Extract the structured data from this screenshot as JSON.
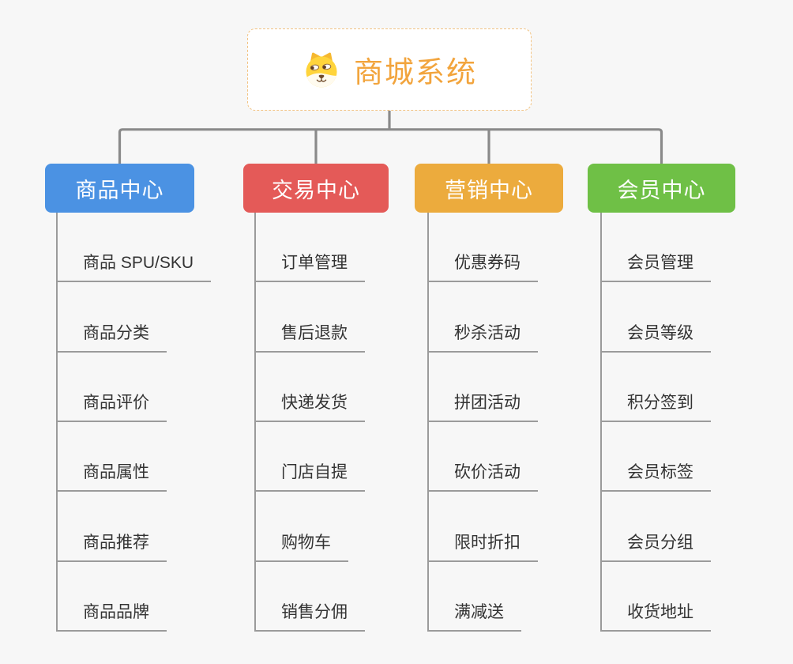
{
  "canvas": {
    "background": "#f7f7f7"
  },
  "root": {
    "title": "商城系统",
    "icon": "dog-face-icon",
    "title_color": "#f2a43c",
    "border_color": "#f2c383"
  },
  "connectors": {
    "color": "#8a8a8a"
  },
  "guides": {
    "color": "#9b9b9b"
  },
  "branches": [
    {
      "label": "商品中心",
      "color": "#4b92e3",
      "items": [
        "商品 SPU/SKU",
        "商品分类",
        "商品评价",
        "商品属性",
        "商品推荐",
        "商品品牌"
      ]
    },
    {
      "label": "交易中心",
      "color": "#e45a58",
      "items": [
        "订单管理",
        "售后退款",
        "快递发货",
        "门店自提",
        "购物车",
        "销售分佣"
      ]
    },
    {
      "label": "营销中心",
      "color": "#ecab3d",
      "items": [
        "优惠券码",
        "秒杀活动",
        "拼团活动",
        "砍价活动",
        "限时折扣",
        "满减送"
      ]
    },
    {
      "label": "会员中心",
      "color": "#6fc046",
      "items": [
        "会员管理",
        "会员等级",
        "积分签到",
        "会员标签",
        "会员分组",
        "收货地址"
      ]
    }
  ]
}
